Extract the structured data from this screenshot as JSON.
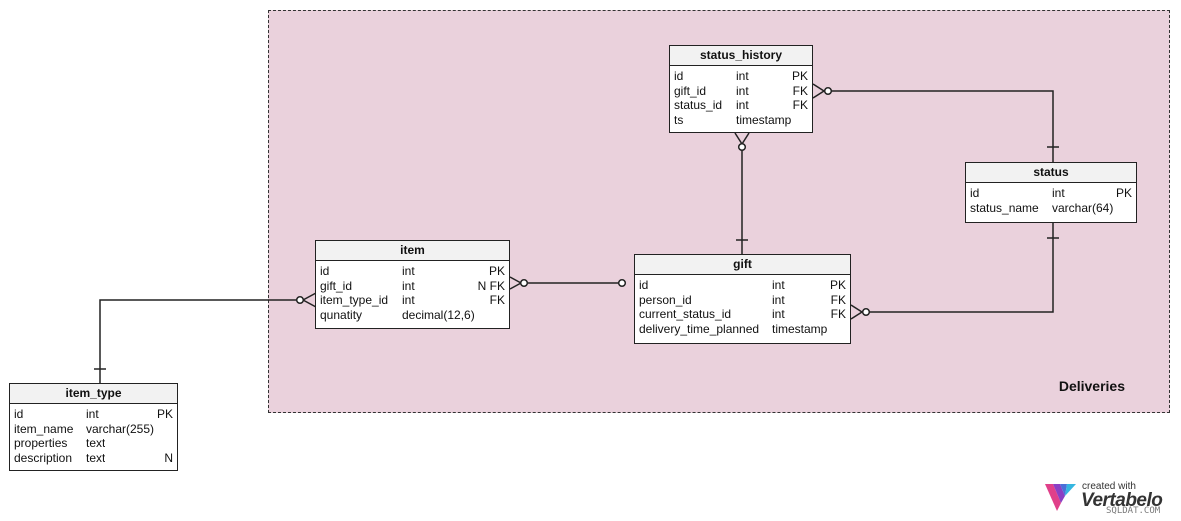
{
  "area": {
    "label": "Deliveries"
  },
  "tables": {
    "status_history": {
      "title": "status_history",
      "rows": [
        {
          "name": "id",
          "type": "int",
          "key": "PK"
        },
        {
          "name": "gift_id",
          "type": "int",
          "key": "FK"
        },
        {
          "name": "status_id",
          "type": "int",
          "key": "FK"
        },
        {
          "name": "ts",
          "type": "timestamp",
          "key": ""
        }
      ]
    },
    "status": {
      "title": "status",
      "rows": [
        {
          "name": "id",
          "type": "int",
          "key": "PK"
        },
        {
          "name": "status_name",
          "type": "varchar(64)",
          "key": ""
        }
      ]
    },
    "item": {
      "title": "item",
      "rows": [
        {
          "name": "id",
          "type": "int",
          "key": "PK"
        },
        {
          "name": "gift_id",
          "type": "int",
          "key": "N FK"
        },
        {
          "name": "item_type_id",
          "type": "int",
          "key": "FK"
        },
        {
          "name": "qunatity",
          "type": "decimal(12,6)",
          "key": ""
        }
      ]
    },
    "gift": {
      "title": "gift",
      "rows": [
        {
          "name": "id",
          "type": "int",
          "key": "PK"
        },
        {
          "name": "person_id",
          "type": "int",
          "key": "FK"
        },
        {
          "name": "current_status_id",
          "type": "int",
          "key": "FK"
        },
        {
          "name": "delivery_time_planned",
          "type": "timestamp",
          "key": ""
        }
      ]
    },
    "item_type": {
      "title": "item_type",
      "rows": [
        {
          "name": "id",
          "type": "int",
          "key": "PK"
        },
        {
          "name": "item_name",
          "type": "varchar(255)",
          "key": ""
        },
        {
          "name": "properties",
          "type": "text",
          "key": ""
        },
        {
          "name": "description",
          "type": "text",
          "key": "N"
        }
      ]
    }
  },
  "branding": {
    "created_with": "created with",
    "brand": "Vertabelo",
    "watermark": "SQLDAT.COM"
  }
}
